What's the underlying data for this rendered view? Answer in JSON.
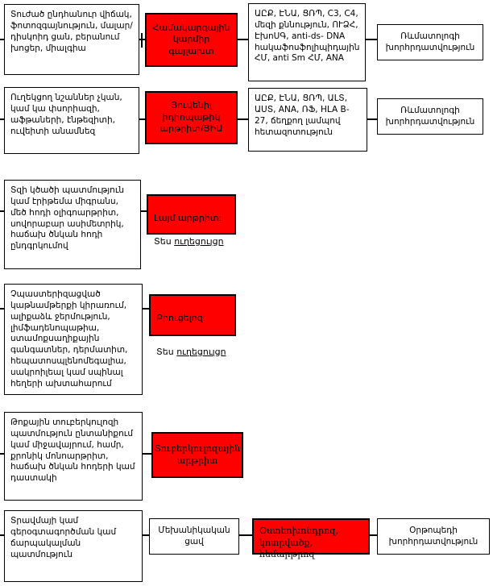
{
  "colors": {
    "highlight_red": "#ff0000",
    "border": "#000000",
    "text": "#000000"
  },
  "rows": [
    {
      "findings": "Տուժած ընդհանուր վիճակ, ֆոտոզգայնություն, մալար/դիսկոիդ ցան, բերանում խոցեր, միալգիա",
      "diagnosis": "Համակարգային կարմիր գայլախտ",
      "tests": "ԱԸՔ, ԷՆԱ, ՑՌՊ, C3, C4, մեզի քննություն, ՈՒՁՀ, ԷխոՍԳ, anti-ds- DNA հակաֆոսֆոլիպիդային ՀՄ, anti Sm ՀՄ, ANA",
      "referral": "Ռևմատոլոգի խորհրդատվություն"
    },
    {
      "findings": "Ուղեկցող նշաններ չկան, կամ կա փսորիազի, աֆթաների, էնթեզիտի, ուվեիտի անամնեզ",
      "diagnosis": "Յուվենիլ իդիոպաթիկ արթրիտ/ՅԻԱ",
      "tests": "ԱԸՔ, ԷՆԱ, ՑՌՊ, ԱԼՏ, ԱՍՏ, ANA, ՌՖ, HLA B-27, ճեղքող լամպով հետազոտություն",
      "referral": "Ռևմատոլոգի խորհրդատվություն"
    },
    {
      "findings": "Տզի կծածի պատմություն կամ էրիթեմա միգրանս, մեծ հոդի օլիգոարթրիտ, սովորաբար ասիմետրիկ, հաճախ ծնկան հոդի ընդգրկումով",
      "diagnosis": "Լայմ արթրիտ:",
      "see_label": "Տես ",
      "guide_link": "ուղեցույցը"
    },
    {
      "findings": "Չպաստերիզացված կաթնամթերքի կիրառում, ալիքաձև ջերմություն, լիմֆադենոպաթիա, ստամոքսաղիքային գանգատներ, դերմատիտ, հեպատոսպլենոմեգալիա, սակրոիլեալ կամ սպինալ հեղերի ախտահարում",
      "diagnosis": "Բրուցելոզ:",
      "see_label": "Տես ",
      "guide_link": "ուղեցույցը"
    },
    {
      "findings": "Թոքային տուբերկուլոզի պատմություն ընտանիքում կամ միջավայրում, համր, քրոնիկ մոնոարթրիտ, հաճախ ծնկան հոդերի կամ դաստակի",
      "diagnosis": "Տուբերկուլոզային արթրիտ"
    },
    {
      "findings": "Տրավմայի կամ գերօգտագործման կամ ճարպակալման պատմություն",
      "pain_type": "Մեխանիկական ցավ",
      "diagnosis": "Օստեոխոնդրոզ, կոտրվածք, հեմարթրոզ",
      "referral": "Օրթոպեդի խորհրդատվություն"
    }
  ]
}
